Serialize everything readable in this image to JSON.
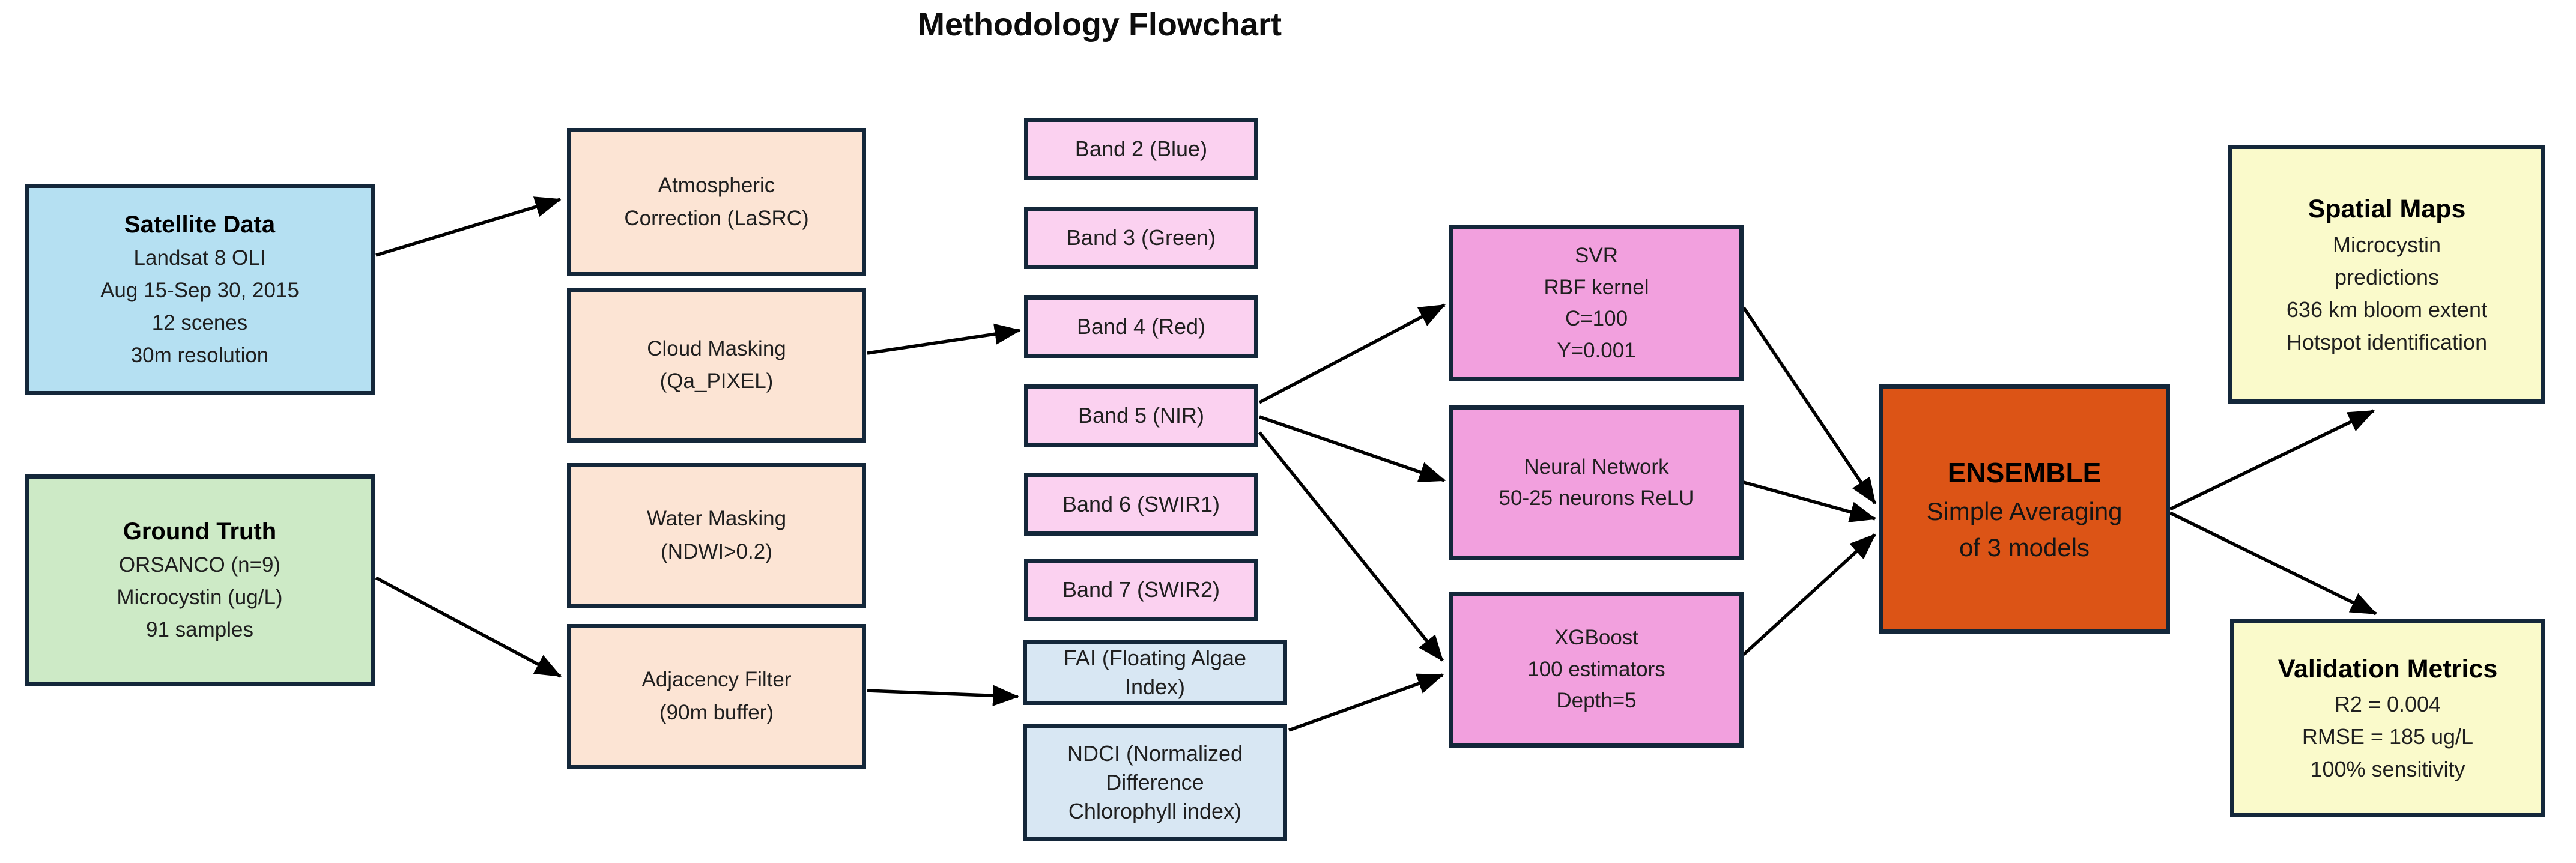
{
  "title": "Methodology Flowchart",
  "palette": {
    "satellite": "#b5e0f2",
    "ground": "#cdeac6",
    "process": "#fce4d4",
    "band": "#fbd1f0",
    "index": "#d8e7f3",
    "model": "#f2a0de",
    "ensemble": "#dc5416",
    "output": "#fafacb",
    "border": "#14273a",
    "arrow": "#000000"
  },
  "nodes": {
    "satellite": {
      "title": "Satellite Data",
      "lines": [
        "Landsat 8 OLI",
        "Aug 15-Sep 30, 2015",
        "12 scenes",
        "30m resolution"
      ]
    },
    "ground": {
      "title": "Ground Truth",
      "lines": [
        "ORSANCO (n=9)",
        "Microcystin (ug/L)",
        "91 samples"
      ]
    },
    "atmos": {
      "lines": [
        "Atmospheric",
        "Correction (LaSRC)"
      ]
    },
    "cloud": {
      "lines": [
        "Cloud Masking",
        "(Qa_PIXEL)"
      ]
    },
    "water": {
      "lines": [
        "Water Masking",
        "(NDWI>0.2)"
      ]
    },
    "adjacency": {
      "lines": [
        "Adjacency Filter",
        "(90m buffer)"
      ]
    },
    "band2": {
      "lines": [
        "Band 2 (Blue)"
      ]
    },
    "band3": {
      "lines": [
        "Band 3 (Green)"
      ]
    },
    "band4": {
      "lines": [
        "Band 4 (Red)"
      ]
    },
    "band5": {
      "lines": [
        "Band 5 (NIR)"
      ]
    },
    "band6": {
      "lines": [
        "Band 6 (SWIR1)"
      ]
    },
    "band7": {
      "lines": [
        "Band 7 (SWIR2)"
      ]
    },
    "fai": {
      "lines": [
        "FAI (Floating Algae",
        "Index)"
      ]
    },
    "ndci": {
      "lines": [
        "NDCI (Normalized",
        "Difference",
        "Chlorophyll index)"
      ]
    },
    "svr": {
      "lines": [
        "SVR",
        "RBF kernel",
        "C=100",
        "Y=0.001"
      ]
    },
    "nn": {
      "lines": [
        "Neural Network",
        "50-25 neurons ReLU"
      ]
    },
    "xgb": {
      "lines": [
        "XGBoost",
        "100 estimators",
        "Depth=5"
      ]
    },
    "ensemble": {
      "title": "ENSEMBLE",
      "lines": [
        "Simple Averaging",
        "of 3 models"
      ]
    },
    "spatial": {
      "title": "Spatial Maps",
      "lines": [
        "Microcystin",
        "predictions",
        "636 km bloom extent",
        "Hotspot identification"
      ]
    },
    "valid": {
      "title": "Validation Metrics",
      "lines": [
        "R2 = 0.004",
        "RMSE = 185 ug/L",
        "100% sensitivity"
      ]
    }
  },
  "edges": [
    {
      "from": "satellite-data",
      "to": "atmospheric-correction"
    },
    {
      "from": "ground-truth",
      "to": "adjacency-filter"
    },
    {
      "from": "cloud-masking",
      "to": "band-4-red"
    },
    {
      "from": "adjacency-filter",
      "to": "fai"
    },
    {
      "from": "band-5-nir",
      "to": "svr"
    },
    {
      "from": "band-5-nir",
      "to": "neural-network"
    },
    {
      "from": "band-5-nir",
      "to": "xgboost"
    },
    {
      "from": "ndci",
      "to": "xgboost"
    },
    {
      "from": "svr",
      "to": "ensemble"
    },
    {
      "from": "neural-network",
      "to": "ensemble"
    },
    {
      "from": "xgboost",
      "to": "ensemble"
    },
    {
      "from": "ensemble",
      "to": "spatial-maps"
    },
    {
      "from": "ensemble",
      "to": "validation-metrics"
    }
  ]
}
